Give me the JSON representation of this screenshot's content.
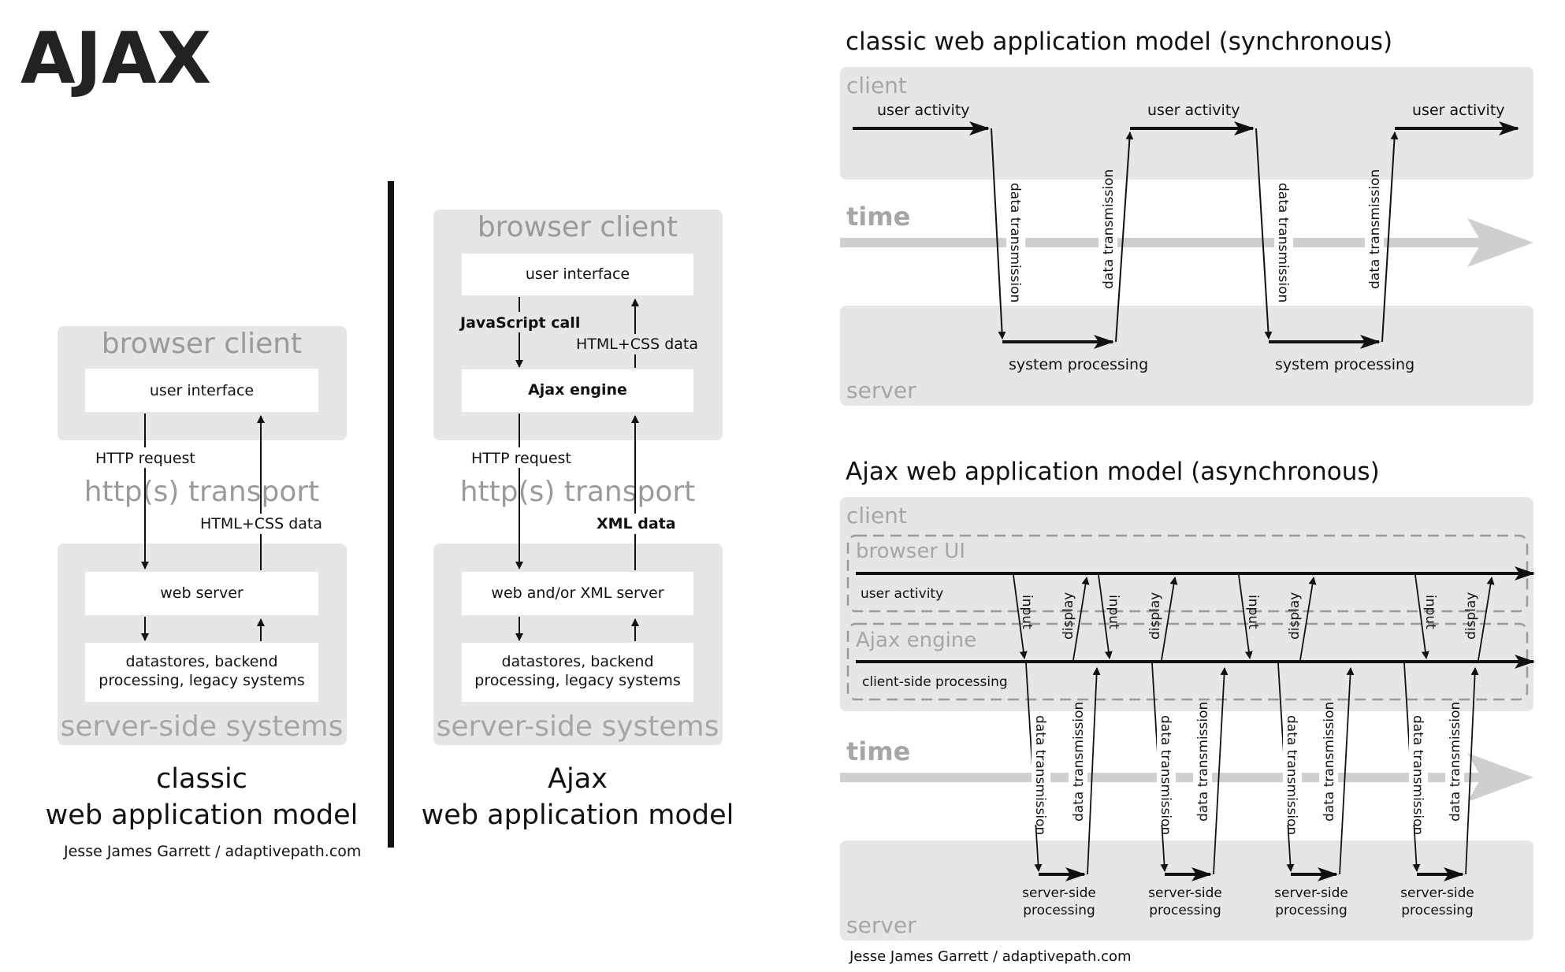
{
  "title": "AJAX",
  "classic_stack": {
    "top_zone": "browser client",
    "ui_box": "user interface",
    "request": "HTTP request",
    "transport": "http(s) transport",
    "response": "HTML+CSS data",
    "server_box": "web server",
    "data_box_line1": "datastores, backend",
    "data_box_line2": "processing, legacy systems",
    "bottom_zone": "server-side systems",
    "caption_line1": "classic",
    "caption_line2": "web application model",
    "credit": "Jesse James Garrett / adaptivepath.com"
  },
  "ajax_stack": {
    "top_zone": "browser client",
    "ui_box": "user interface",
    "js_call": "JavaScript call",
    "html_data": "HTML+CSS data",
    "engine_box": "Ajax engine",
    "request": "HTTP request",
    "transport": "http(s) transport",
    "xml_data": "XML data",
    "server_box": "web and/or XML server",
    "data_box_line1": "datastores, backend",
    "data_box_line2": "processing, legacy systems",
    "bottom_zone": "server-side systems",
    "caption_line1": "Ajax",
    "caption_line2": "web application model"
  },
  "sync_model": {
    "heading": "classic web application model (synchronous)",
    "client": "client",
    "time": "time",
    "server": "server",
    "user_activity": "user activity",
    "data_transmission": "data transmission",
    "system_processing": "system processing"
  },
  "async_model": {
    "heading": "Ajax web application model (asynchronous)",
    "client": "client",
    "browser_ui": "browser UI",
    "user_activity": "user activity",
    "input": "input",
    "display": "display",
    "ajax_engine": "Ajax engine",
    "client_processing": "client-side processing",
    "time": "time",
    "data_transmission": "data transmission",
    "server_side_line1": "server-side",
    "server_side_line2": "processing",
    "server": "server",
    "credit": "Jesse James Garrett / adaptivepath.com"
  }
}
